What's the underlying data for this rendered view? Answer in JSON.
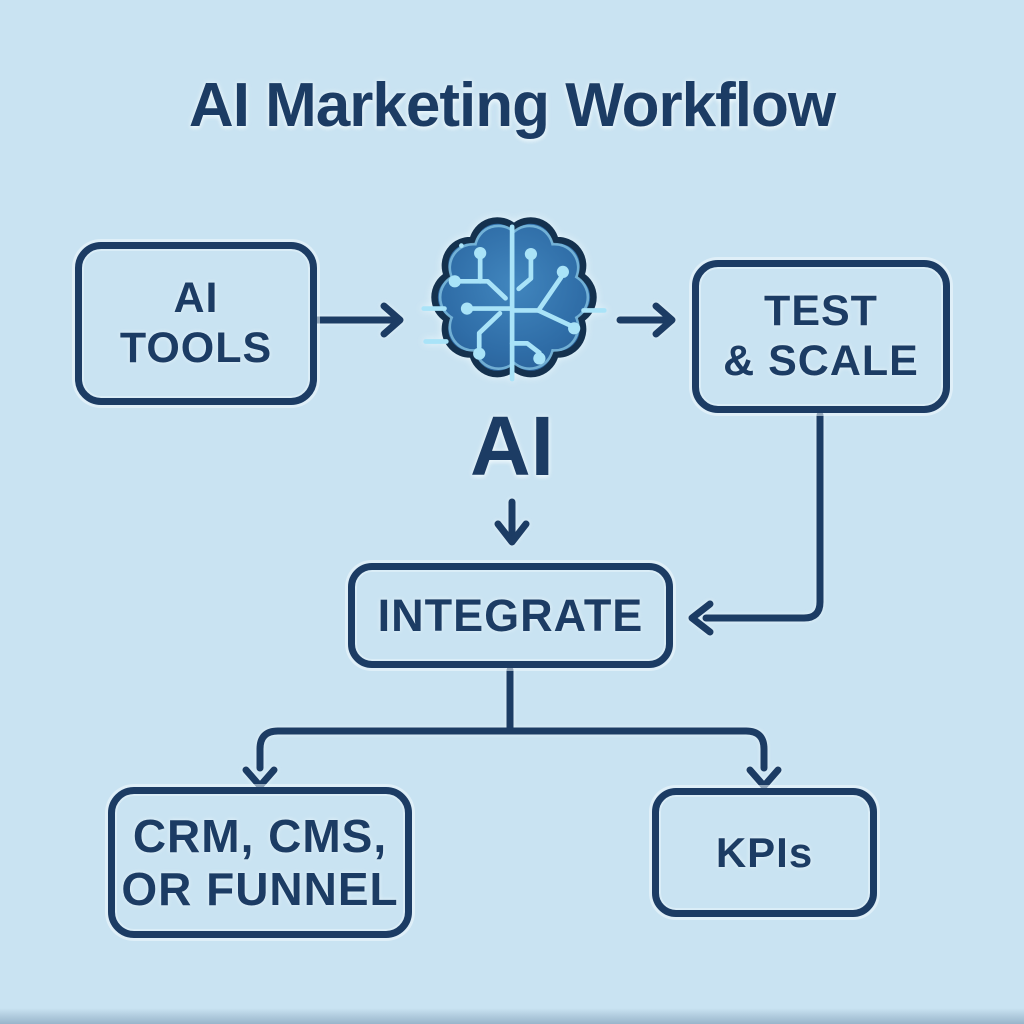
{
  "title": "AI Marketing Workflow",
  "colors": {
    "background": "#c9e3f2",
    "ink": "#1c3c64",
    "brain_outline": "#14314e",
    "brain_fill": "#2f6da7",
    "circuit": "#a9e3f8"
  },
  "nodes": {
    "ai_tools": {
      "line1": "AI",
      "line2": "TOOLS"
    },
    "brain": {
      "icon": "brain-circuit-icon",
      "label": "AI"
    },
    "test_scale": {
      "line1": "TEST",
      "line2": "& SCALE"
    },
    "integrate": {
      "label": "INTEGRATE"
    },
    "crm_cms_funnel": {
      "line1": "CRM, CMS,",
      "line2": "OR FUNNEL"
    },
    "kpis": {
      "label": "KPIs"
    }
  },
  "edges": [
    {
      "from": "ai-tools",
      "to": "brain"
    },
    {
      "from": "brain",
      "to": "test-scale"
    },
    {
      "from": "brain",
      "to": "integrate"
    },
    {
      "from": "test-scale",
      "to": "integrate"
    },
    {
      "from": "integrate",
      "to": "crm-cms-funnel"
    },
    {
      "from": "integrate",
      "to": "kpis"
    }
  ]
}
